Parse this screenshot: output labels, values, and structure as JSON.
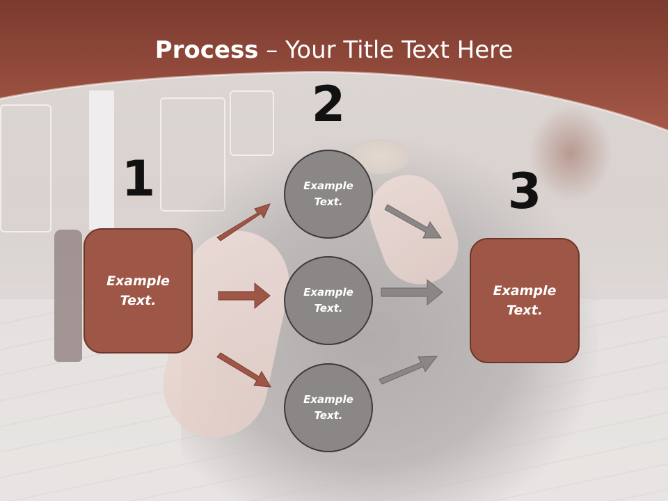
{
  "slide": {
    "title_bold": "Process",
    "title_rest": " – Your Title Text Here"
  },
  "steps": [
    "1",
    "2",
    "3"
  ],
  "left_box": {
    "text": "Example\nText."
  },
  "right_box": {
    "text": "Example\nText."
  },
  "circles": [
    {
      "text": "Example\nText."
    },
    {
      "text": "Example\nText."
    },
    {
      "text": "Example\nText."
    }
  ],
  "colors": {
    "header": "#8f4a3b",
    "box_fill": "#9e5646",
    "box_border": "#6d3528",
    "arrow_left": "#9e5646",
    "arrow_right": "#8a8786",
    "circle_fill": "#8a8786"
  }
}
